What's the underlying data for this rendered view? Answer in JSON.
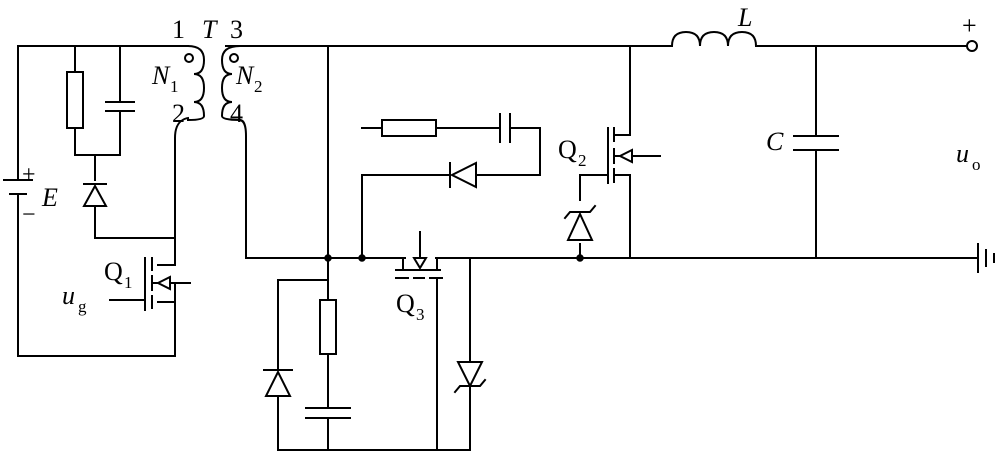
{
  "labels": {
    "pin1": "1",
    "transformer": "T",
    "pin3": "3",
    "winding1": "N",
    "winding1_sub": "1",
    "winding2": "N",
    "winding2_sub": "2",
    "pin2": "2",
    "pin4": "4",
    "inductor": "L",
    "plus_out": "+",
    "capacitor": "C",
    "output_voltage": "u",
    "output_voltage_sub": "o",
    "q2": "Q",
    "q2_sub": "2",
    "source": "E",
    "source_plus": "+",
    "source_minus": "−",
    "q1": "Q",
    "q1_sub": "1",
    "gate_voltage": "u",
    "gate_voltage_sub": "g",
    "q3": "Q",
    "q3_sub": "3"
  }
}
